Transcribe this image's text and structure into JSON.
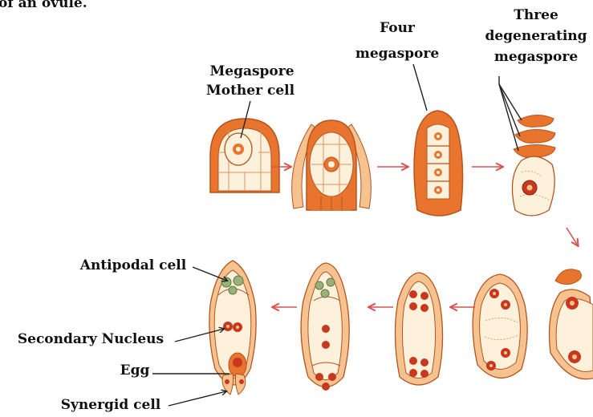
{
  "header_fragment": "of an ovule.",
  "labels": {
    "megaspore_mother_cell_line1": "Megaspore",
    "megaspore_mother_cell_line2": "Mother cell",
    "four_megaspore_line1": "Four",
    "four_megaspore_line2": "megaspore",
    "three_degenerating_line1": "Three",
    "three_degenerating_line2": "degenerating",
    "three_degenerating_line3": "megaspore",
    "antipodal_cell": "Antipodal cell",
    "secondary_nucleus": "Secondary Nucleus",
    "egg": "Egg",
    "synergid_cell": "Synergid cell"
  },
  "colors": {
    "orange": "#e8742d",
    "light_orange": "#f6c28f",
    "cream": "#fdf1dc",
    "nucleus_red": "#c8381e",
    "antipodal_green": "#9bb07a",
    "arrow": "#d9534f"
  }
}
